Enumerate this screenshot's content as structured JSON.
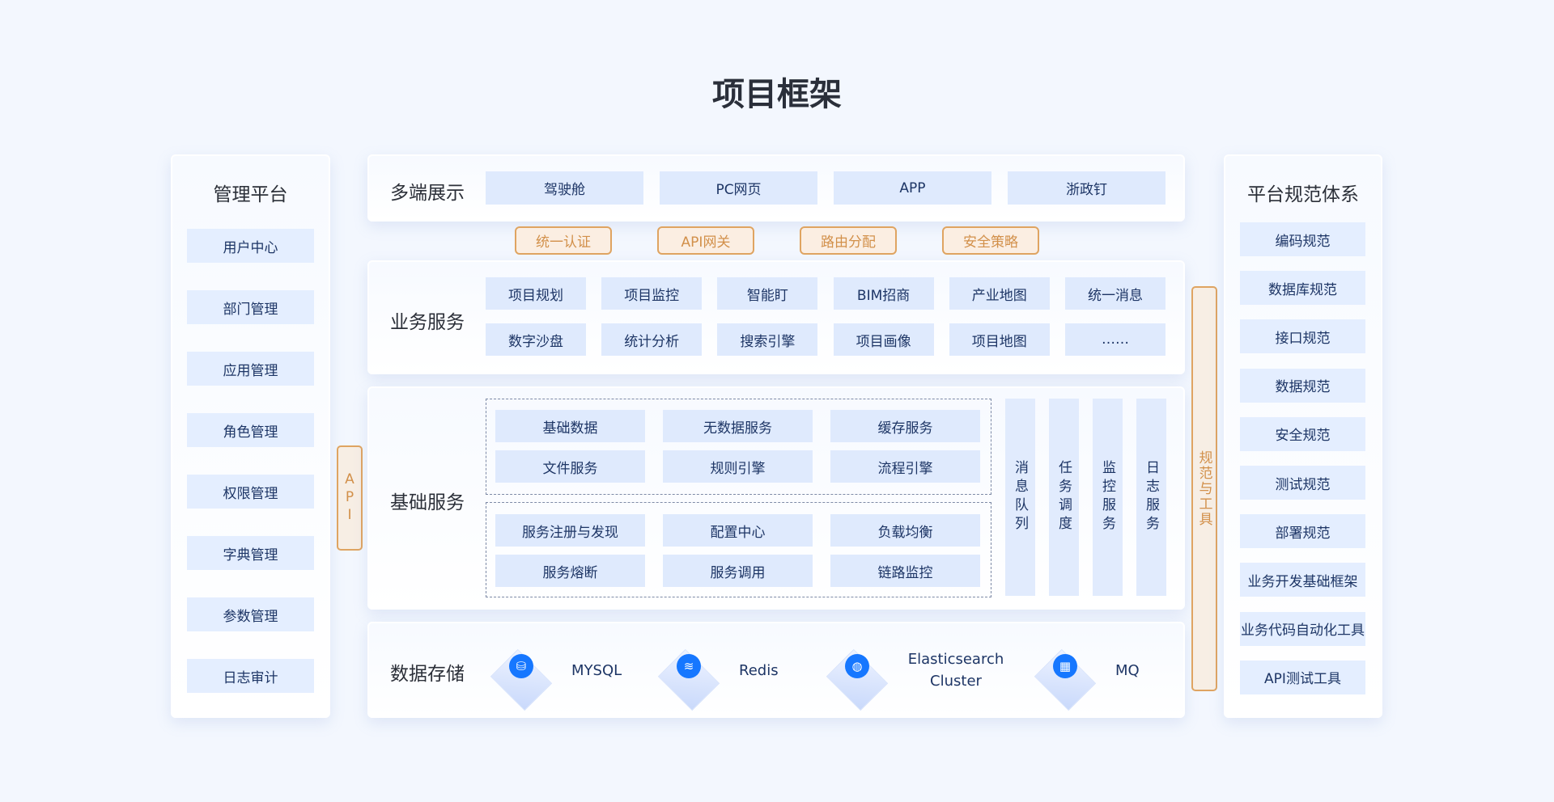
{
  "title": "项目框架",
  "left_panel": {
    "title": "管理平台",
    "items": [
      "用户中心",
      "部门管理",
      "应用管理",
      "角色管理",
      "权限管理",
      "字典管理",
      "参数管理",
      "日志审计"
    ]
  },
  "api_label": "API",
  "display": {
    "title": "多端展示",
    "items": [
      "驾驶舱",
      "PC网页",
      "APP",
      "浙政钉"
    ]
  },
  "gateway_tags": [
    "统一认证",
    "API网关",
    "路由分配",
    "安全策略"
  ],
  "business": {
    "title": "业务服务",
    "items": [
      "项目规划",
      "项目监控",
      "智能盯",
      "BIM招商",
      "产业地图",
      "统一消息",
      "数字沙盘",
      "统计分析",
      "搜索引擎",
      "项目画像",
      "项目地图",
      "……"
    ]
  },
  "base": {
    "title": "基础服务",
    "group1": [
      "基础数据",
      "无数据服务",
      "缓存服务",
      "文件服务",
      "规则引擎",
      "流程引擎"
    ],
    "group2": [
      "服务注册与发现",
      "配置中心",
      "负载均衡",
      "服务熔断",
      "服务调用",
      "链路监控"
    ],
    "columns": [
      "消息队列",
      "任务调度",
      "监控服务",
      "日志服务"
    ]
  },
  "storage": {
    "title": "数据存储",
    "items": [
      {
        "label": "MYSQL",
        "icon": "database-icon"
      },
      {
        "label": "Redis",
        "icon": "stack-icon"
      },
      {
        "label": "Elasticsearch Cluster",
        "icon": "globe-icon"
      },
      {
        "label": "MQ",
        "icon": "building-icon"
      }
    ]
  },
  "tools_label": "规范与工具",
  "right_panel": {
    "title": "平台规范体系",
    "items": [
      "编码规范",
      "数据库规范",
      "接口规范",
      "数据规范",
      "安全规范",
      "测试规范",
      "部署规范",
      "业务开发基础框架",
      "业务代码自动化工具",
      "API测试工具"
    ]
  },
  "colors": {
    "background": "#f3f7fe",
    "item": "#dfeafd",
    "accent_orange": "#dfa461",
    "blue": "#1677ff"
  }
}
